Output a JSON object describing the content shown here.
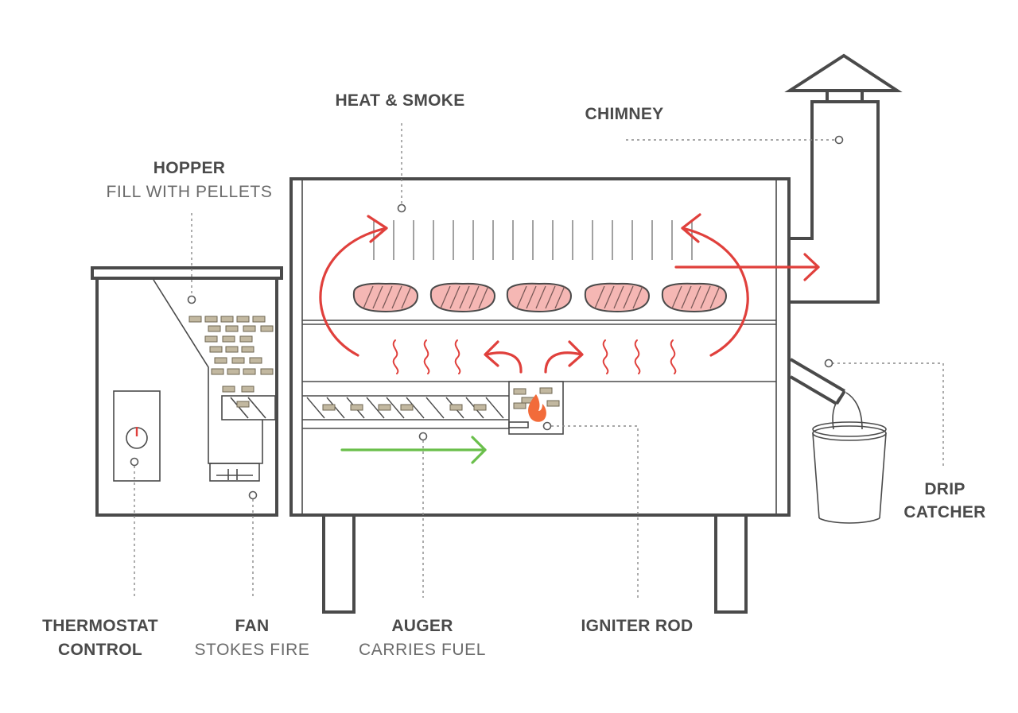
{
  "labels": {
    "heat_smoke": "HEAT & SMOKE",
    "chimney": "CHIMNEY",
    "hopper": "HOPPER",
    "hopper_sub": "FILL WITH PELLETS",
    "drip_line1": "DRIP",
    "drip_line2": "CATCHER",
    "thermostat_line1": "THERMOSTAT",
    "thermostat_line2": "CONTROL",
    "fan": "FAN",
    "fan_sub": "STOKES FIRE",
    "auger": "AUGER",
    "auger_sub": "CARRIES FUEL",
    "igniter": "IGNITER ROD"
  },
  "colors": {
    "outline": "#4a4a4a",
    "heat_arrow": "#e0403c",
    "fuel_arrow": "#6abf4b",
    "flame": "#f26b3a",
    "pellet": "#c2b8a0",
    "steak_fill": "#f5b7b4",
    "steak_stroke": "#4a4a4a"
  },
  "icons": {
    "steak": "steak-icon",
    "flame": "flame-icon",
    "pellet": "pellet-icon",
    "bucket": "bucket-icon"
  }
}
